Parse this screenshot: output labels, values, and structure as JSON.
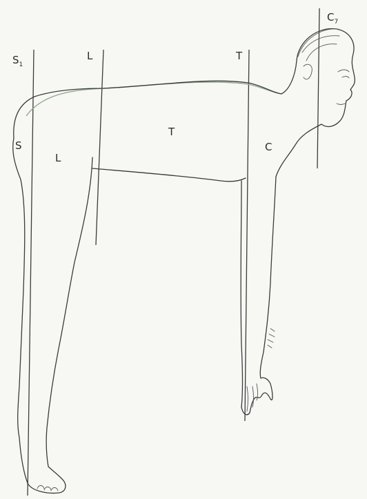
{
  "labels": {
    "s1_main": "S",
    "s1_sub": "1",
    "l_top": "L",
    "t_top": "T",
    "c7_main": "C",
    "c7_sub": "7",
    "s_body": "S",
    "l_body": "L",
    "t_body": "T",
    "c_body": "C"
  },
  "icons": {
    "figure": "bent-forward-human-figure-icon"
  }
}
